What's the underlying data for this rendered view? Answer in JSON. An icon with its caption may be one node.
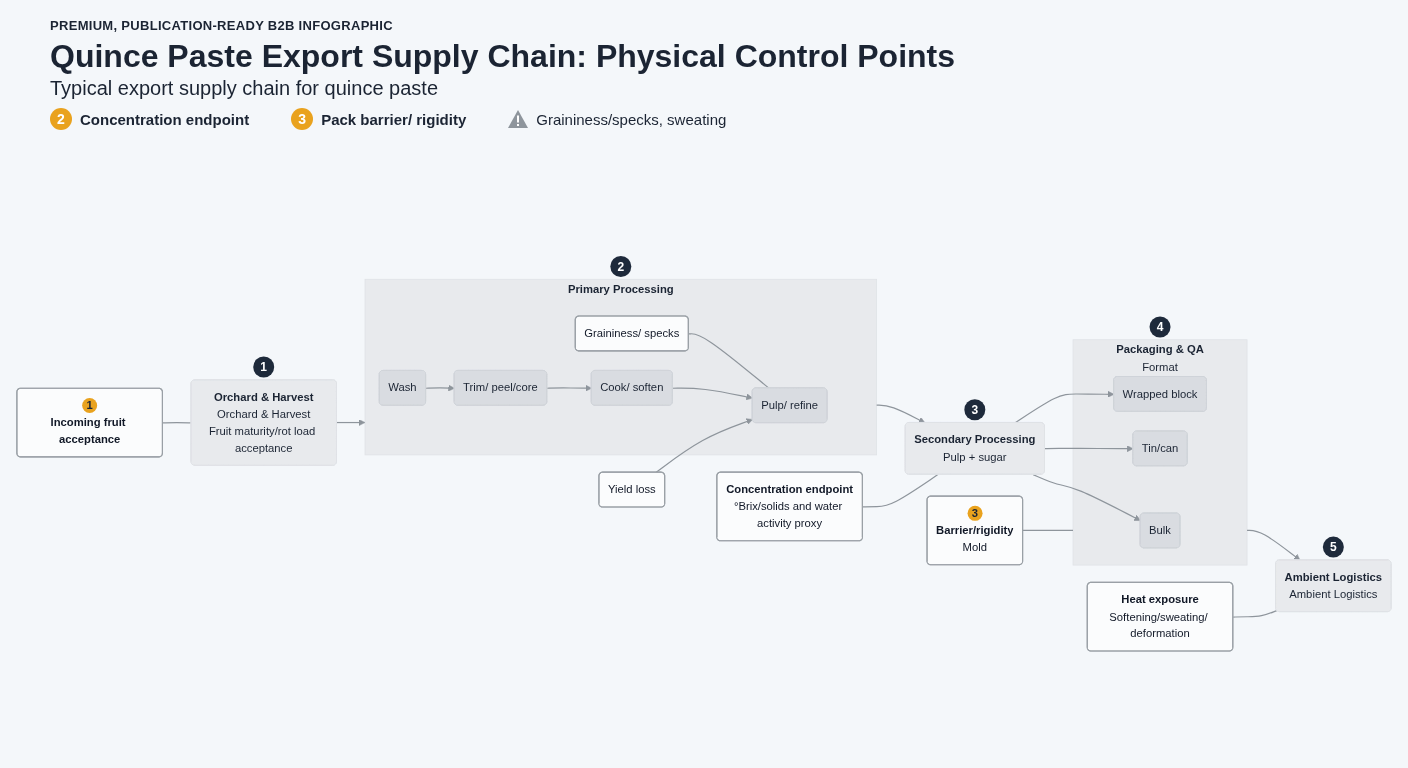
{
  "diagram": {
    "title": "Quince Paste Export Supply Chain: Physical Control Points",
    "nodes": [
      {
        "text": [
          "Orchard & Harvest",
          "Orchard & Harvest",
          "Fruit maturity/rot load acceptance"
        ],
        "beside": [
          "1"
        ]
      },
      {
        "text": [
          "Primary Processing"
        ],
        "beside": [
          "2"
        ]
      },
      {
        "text": [
          "Graininess/ specks"
        ],
        "in": 1
      },
      {
        "text": [
          "Wash"
        ],
        "in": 1
      },
      {
        "text": [
          "Trim/ peel/core"
        ],
        "in": 1
      },
      {
        "text": [
          "Cook/ soften"
        ],
        "in": 1
      },
      {
        "text": [
          "Pulp/ refine"
        ],
        "in": 1
      },
      {
        "text": [
          "Yield loss"
        ]
      },
      {
        "text": [
          "Secondary Processing",
          "Pulp + sugar"
        ],
        "beside": [
          "3"
        ]
      },
      {
        "text": [
          "Packaging & QA",
          "Format"
        ],
        "beside": [
          "4"
        ]
      },
      {
        "text": [
          "Wrapped block"
        ],
        "in": 9
      },
      {
        "text": [
          "Tin/can"
        ],
        "in": 9
      },
      {
        "text": [
          "Bulk"
        ],
        "in": 9
      },
      {
        "text": [
          "Ambient Logistics",
          "Ambient Logistics"
        ],
        "beside": [
          "5"
        ]
      },
      {
        "text": [
          "1",
          "Incoming fruit acceptance"
        ]
      },
      {
        "text": [
          "Concentration endpoint",
          "°Brix/solids and water activity proxy"
        ]
      },
      {
        "text": [
          "3",
          "Barrier/rigidity",
          "Mold"
        ]
      },
      {
        "text": [
          "Heat exposure",
          "Softening/sweating/ deformation"
        ]
      }
    ],
    "edges": [
      {
        "from": 0,
        "to": 1,
        "arrow": "to"
      },
      {
        "from": 3,
        "to": 4,
        "arrow": "to"
      },
      {
        "from": 4,
        "to": 5,
        "arrow": "to"
      },
      {
        "from": 5,
        "to": 6,
        "arrow": "to"
      },
      {
        "from": 2,
        "to": 6,
        "arrow": "none"
      },
      {
        "from": 7,
        "to": 6,
        "arrow": "to"
      },
      {
        "from": 1,
        "to": 8,
        "arrow": "to"
      },
      {
        "from": 8,
        "to": 10,
        "arrow": "to"
      },
      {
        "from": 8,
        "to": 11,
        "arrow": "to"
      },
      {
        "from": 8,
        "to": 12,
        "arrow": "to"
      },
      {
        "from": 9,
        "to": 13,
        "arrow": "to"
      },
      {
        "from": 14,
        "to": 0,
        "arrow": "none"
      },
      {
        "from": 15,
        "to": 8,
        "arrow": "none"
      },
      {
        "from": 16,
        "to": 9,
        "arrow": "none"
      },
      {
        "from": 17,
        "to": 13,
        "arrow": "none"
      }
    ],
    "labels": [
      "PREMIUM, PUBLICATION-READY B2B INFOGRAPHIC",
      "Typical export supply chain for quince paste",
      "2",
      "Concentration endpoint",
      "3",
      "Pack barrier/ rigidity",
      "Graininess/specks, sweating"
    ]
  }
}
